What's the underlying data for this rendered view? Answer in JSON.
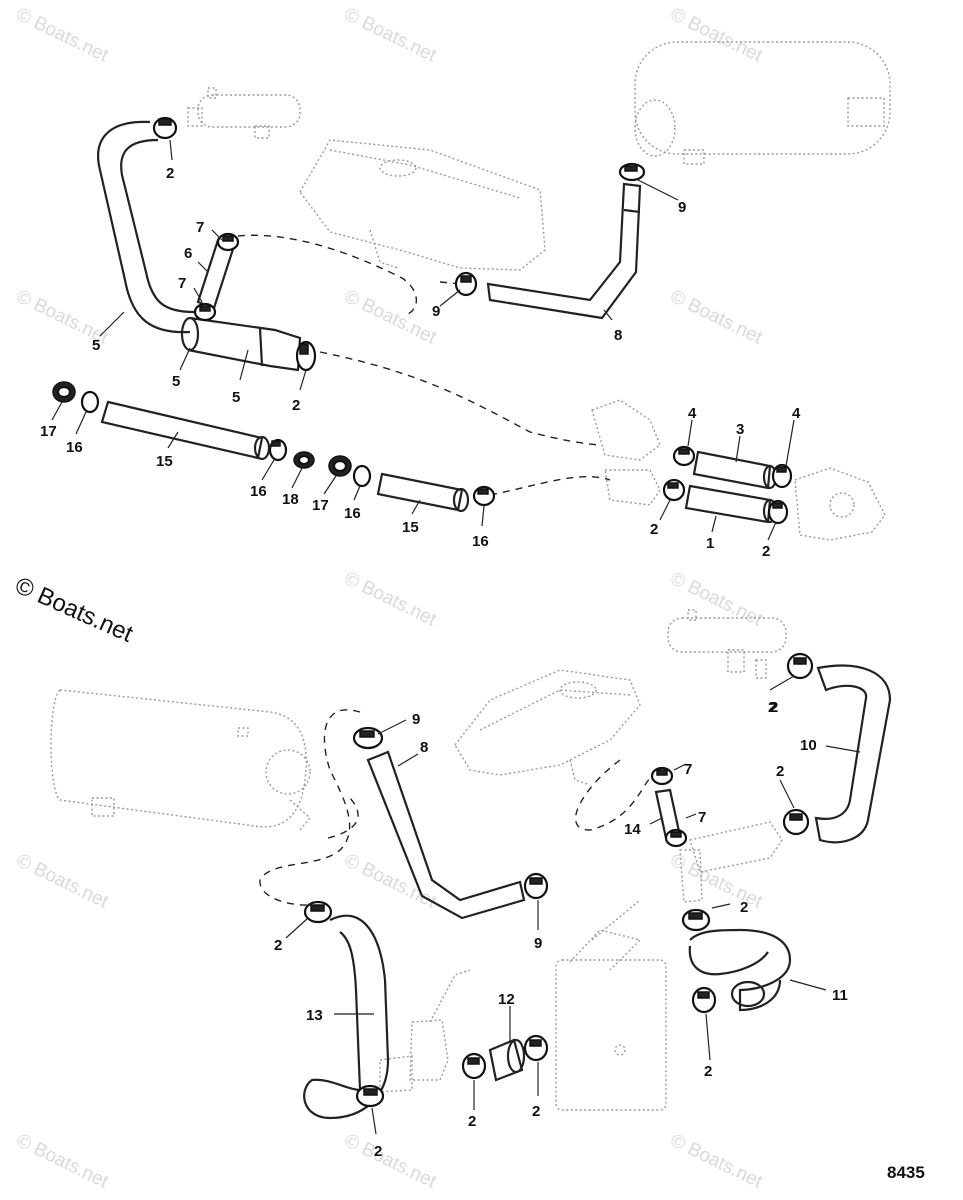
{
  "figure": {
    "brand": "© Boats.net",
    "watermark": "© Boats.net",
    "number": "8435"
  },
  "callouts": {
    "upper": [
      "2",
      "7",
      "6",
      "7",
      "5",
      "5",
      "5",
      "2",
      "9",
      "8",
      "9",
      "17",
      "16",
      "15",
      "16",
      "18",
      "17",
      "16",
      "15",
      "16",
      "4",
      "3",
      "4",
      "2",
      "1",
      "2"
    ],
    "lower": [
      "9",
      "8",
      "2",
      "9",
      "2",
      "13",
      "12",
      "2",
      "2",
      "2",
      "2",
      "10",
      "2",
      "7",
      "14",
      "7",
      "2",
      "11",
      "2"
    ]
  }
}
